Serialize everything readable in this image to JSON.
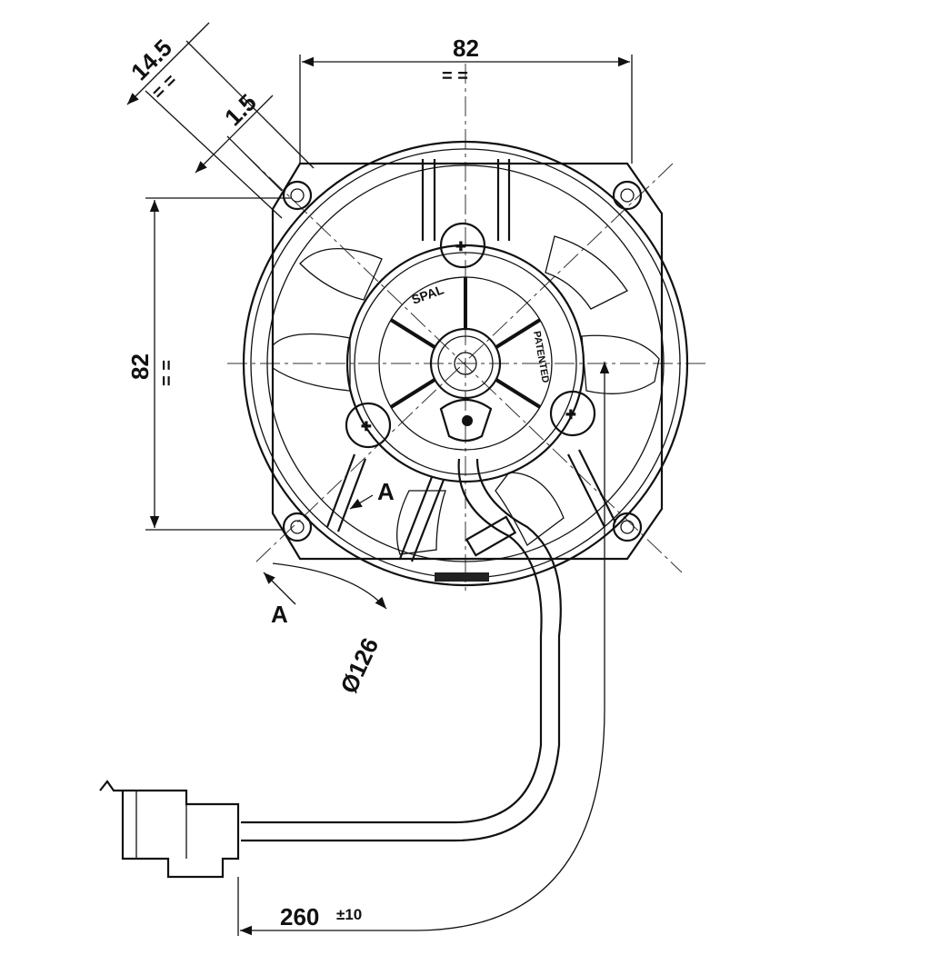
{
  "drawing": {
    "dimensions": {
      "width_top": "82",
      "height_left": "82",
      "flange_offset": "14.5",
      "flange_thickness": "1.5",
      "diameter": "Ø126",
      "cable_length": "260",
      "cable_tolerance": "±10",
      "equal_mark": "= ="
    },
    "section_labels": [
      "A",
      "A"
    ],
    "hub_text": {
      "brand": "SPAL",
      "patent": "PATENTED"
    }
  }
}
